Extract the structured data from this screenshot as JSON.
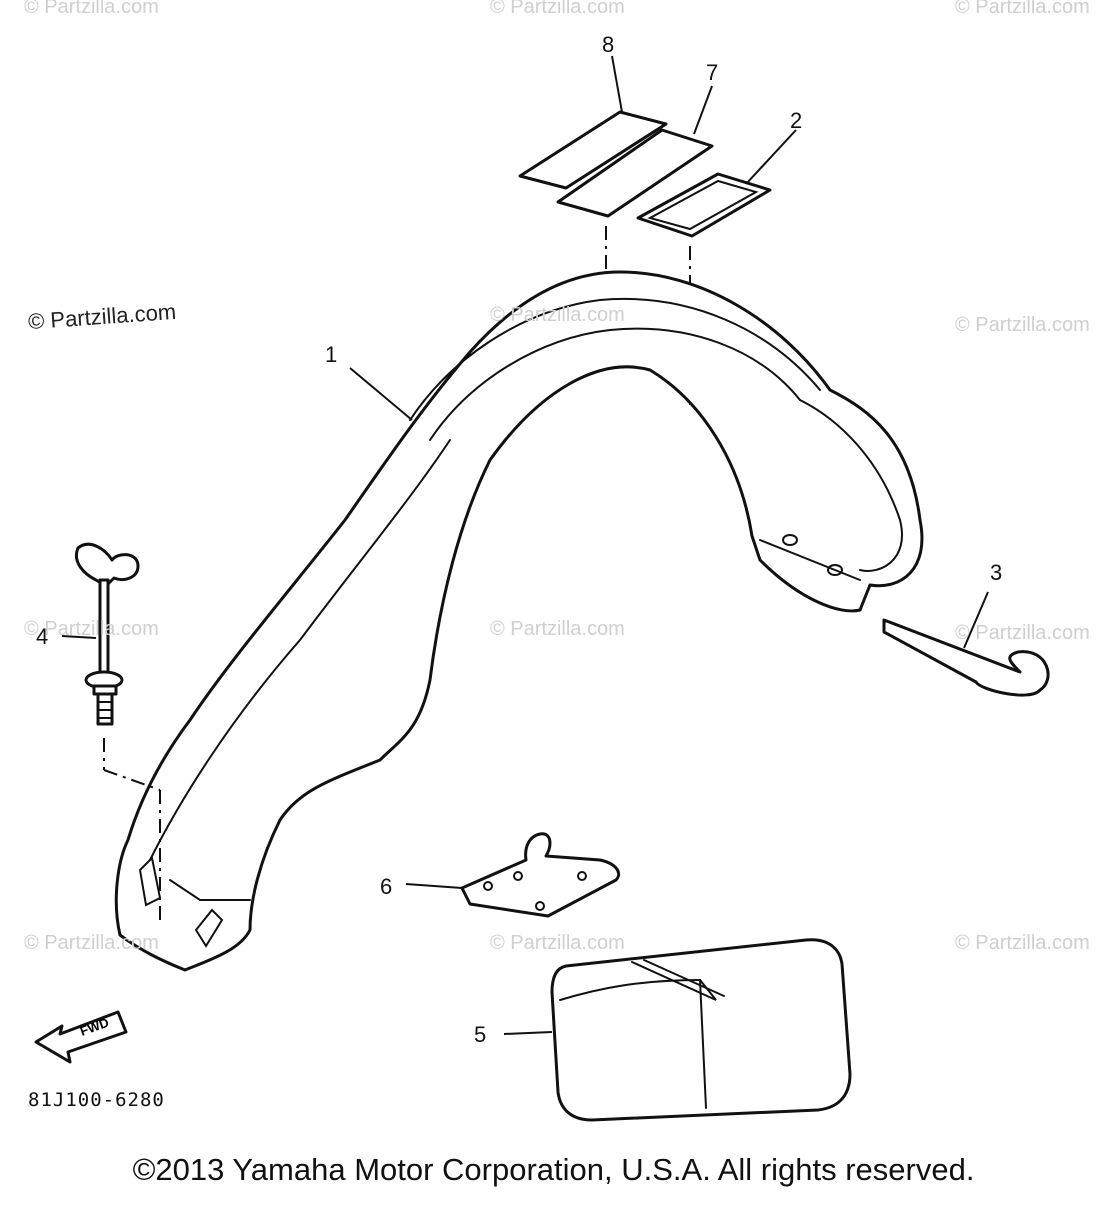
{
  "watermarks": {
    "top_left": "© Partzilla.com",
    "top_center": "© Partzilla.com",
    "top_right": "© Partzilla.com",
    "mid_left": "© Partzilla.com",
    "mid_center": "© Partzilla.com",
    "mid_right": "© Partzilla.com",
    "row3_left": "© Partzilla.com",
    "row3_center": "© Partzilla.com",
    "row3_right": "© Partzilla.com",
    "row4_left": "© Partzilla.com",
    "row4_center": "© Partzilla.com",
    "row4_right": "© Partzilla.com"
  },
  "callouts": {
    "p1": "1",
    "p2": "2",
    "p3": "3",
    "p4": "4",
    "p5": "5",
    "p6": "6",
    "p7": "7",
    "p8": "8"
  },
  "fwd_label": "FWD",
  "diagram_code": "81J100-6280",
  "copyright": "©2013 Yamaha Motor Corporation, U.S.A. All rights reserved."
}
